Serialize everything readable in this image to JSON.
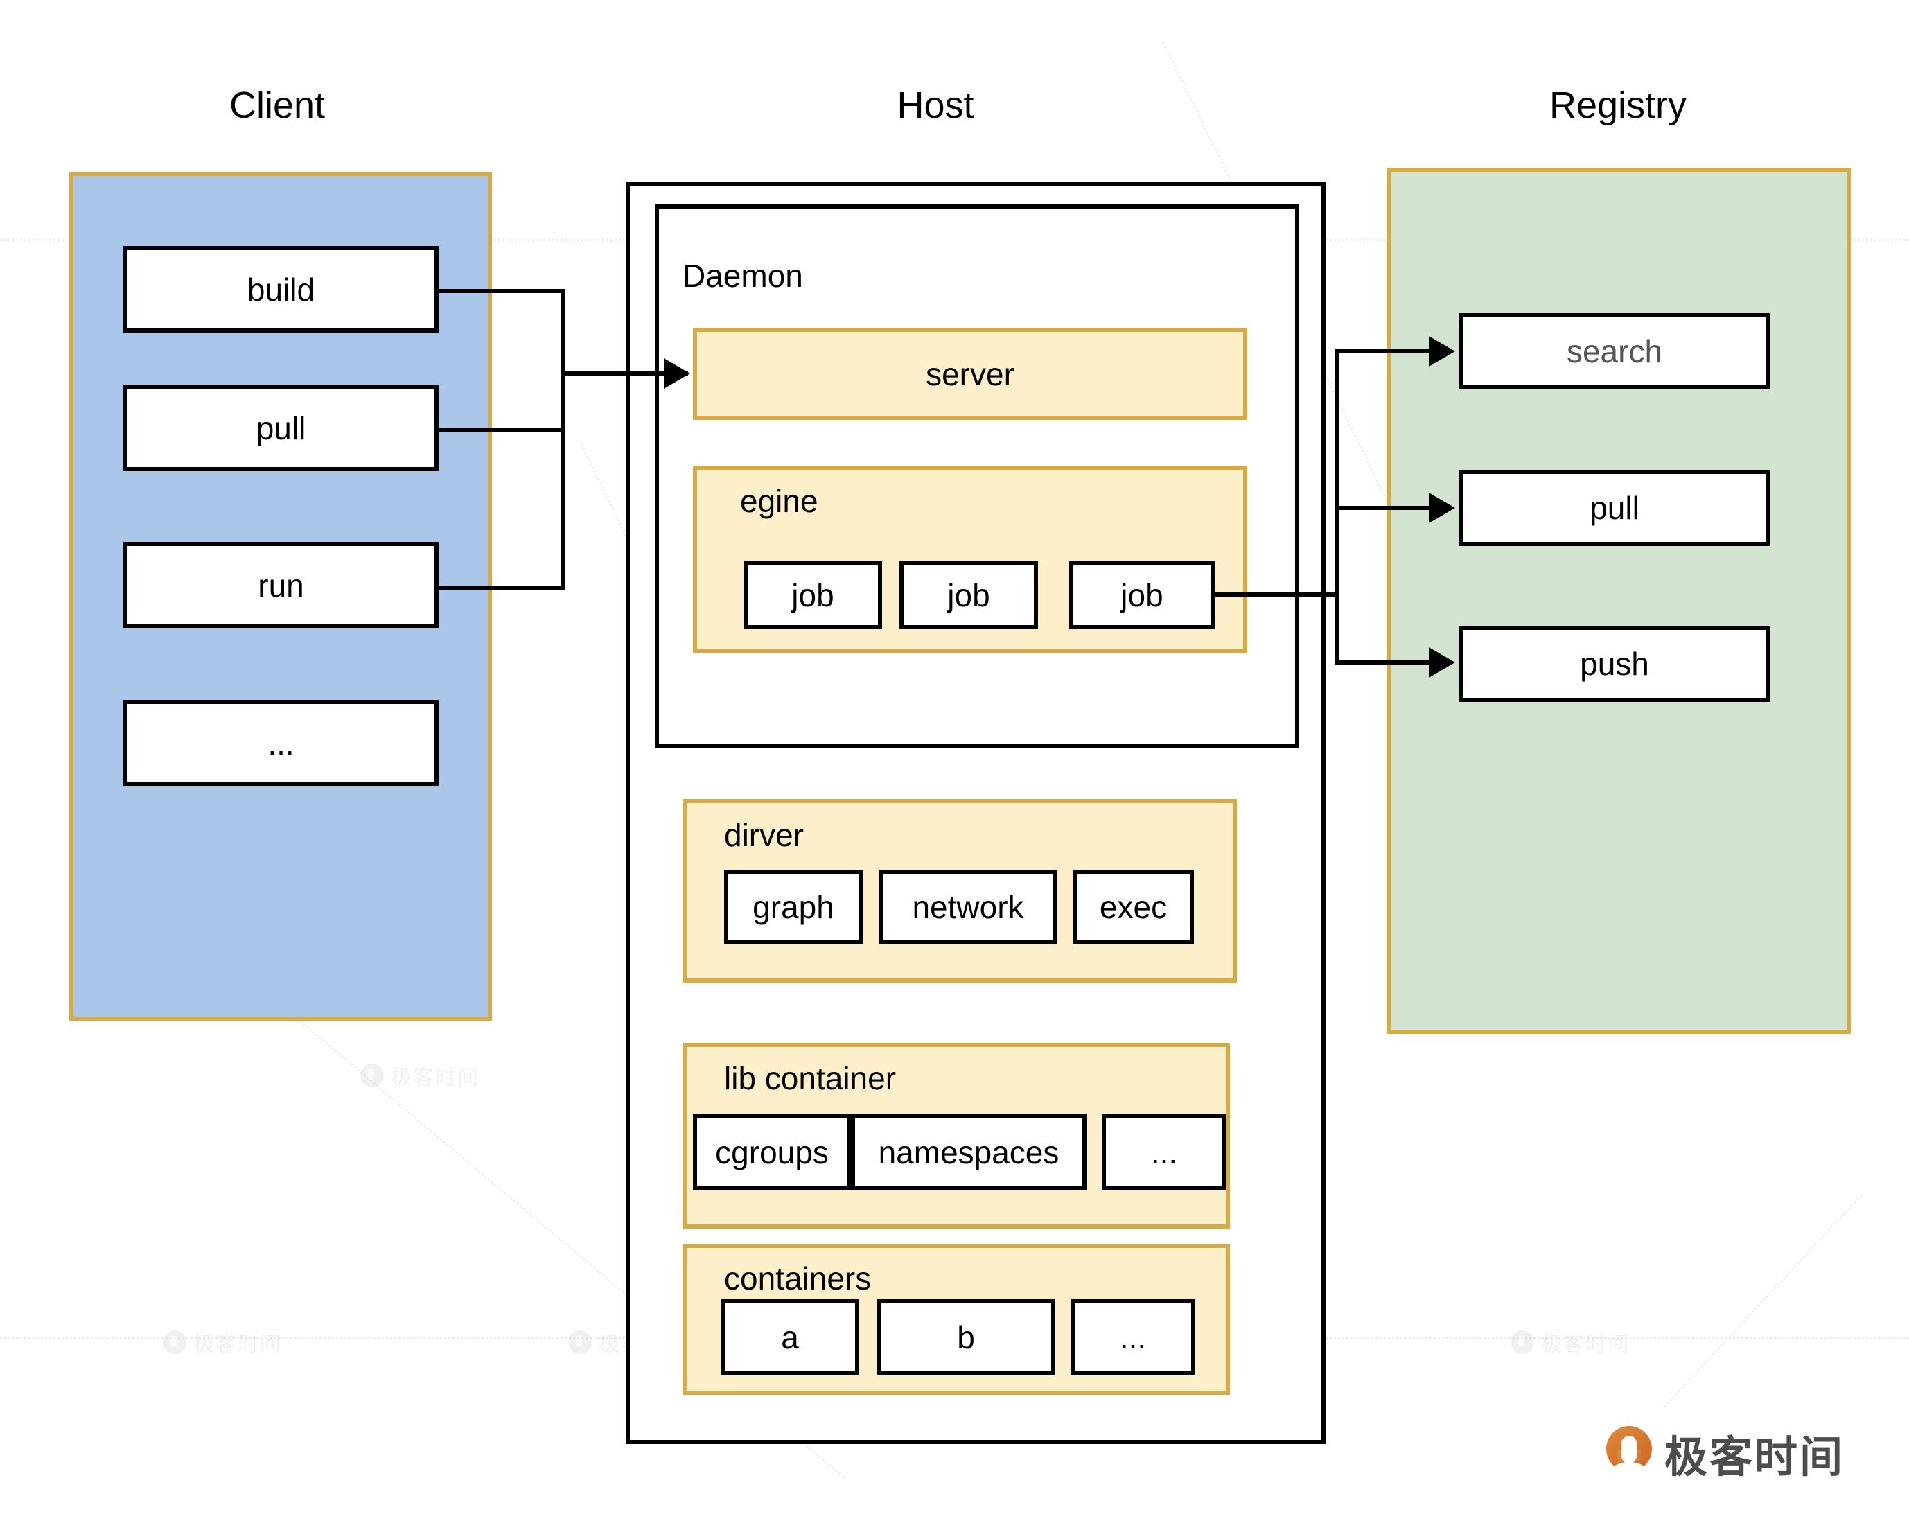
{
  "columns": {
    "client_title": "Client",
    "host_title": "Host",
    "registry_title": "Registry"
  },
  "client": {
    "commands": [
      {
        "label": "build"
      },
      {
        "label": "pull"
      },
      {
        "label": "run"
      },
      {
        "label": "..."
      }
    ]
  },
  "host": {
    "daemon_label": "Daemon",
    "server": {
      "label": "server"
    },
    "engine": {
      "label": "egine",
      "jobs": [
        {
          "label": "job"
        },
        {
          "label": "job"
        },
        {
          "label": "job"
        }
      ]
    },
    "driver": {
      "label": "dirver",
      "items": [
        {
          "label": "graph"
        },
        {
          "label": "network"
        },
        {
          "label": "exec"
        }
      ]
    },
    "libcontainer": {
      "label": "lib container",
      "items": [
        {
          "label": "cgroups"
        },
        {
          "label": "namespaces"
        },
        {
          "label": "..."
        }
      ]
    },
    "containers": {
      "label": "containers",
      "items": [
        {
          "label": "a"
        },
        {
          "label": "b"
        },
        {
          "label": "..."
        }
      ]
    }
  },
  "registry": {
    "operations": [
      {
        "label": "search"
      },
      {
        "label": "pull"
      },
      {
        "label": "push"
      }
    ]
  },
  "brand": {
    "name": "极客时间"
  },
  "watermarks": [
    {
      "text": "极客时间"
    },
    {
      "text": "极客时间"
    },
    {
      "text": "极客时间"
    },
    {
      "text": "极客时间"
    },
    {
      "text": "极客时间"
    },
    {
      "text": "极客时间"
    },
    {
      "text": "极客时间"
    }
  ],
  "colors": {
    "panel_border": "#d6ab47",
    "client_fill": "#aac6e8",
    "registry_fill": "#d3e5d1",
    "section_fill": "#fcefca",
    "box_border": "#000000",
    "brand_orange": "#d2722c"
  }
}
